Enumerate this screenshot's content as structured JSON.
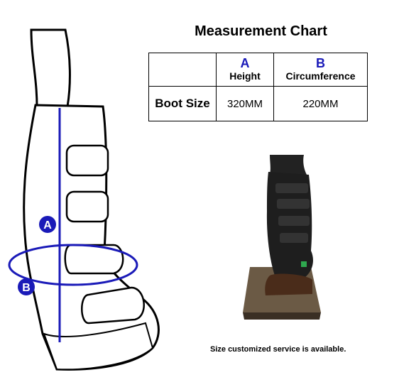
{
  "chart": {
    "title": "Measurement Chart",
    "columns": [
      {
        "letter": "A",
        "name": "Height"
      },
      {
        "letter": "B",
        "name": "Circumference"
      }
    ],
    "row_label": "Boot Size",
    "values": [
      "320MM",
      "220MM"
    ]
  },
  "diagram": {
    "marker_a": "A",
    "marker_b": "B",
    "accent_color": "#1a1ab8"
  },
  "note": "Size customized service is available."
}
